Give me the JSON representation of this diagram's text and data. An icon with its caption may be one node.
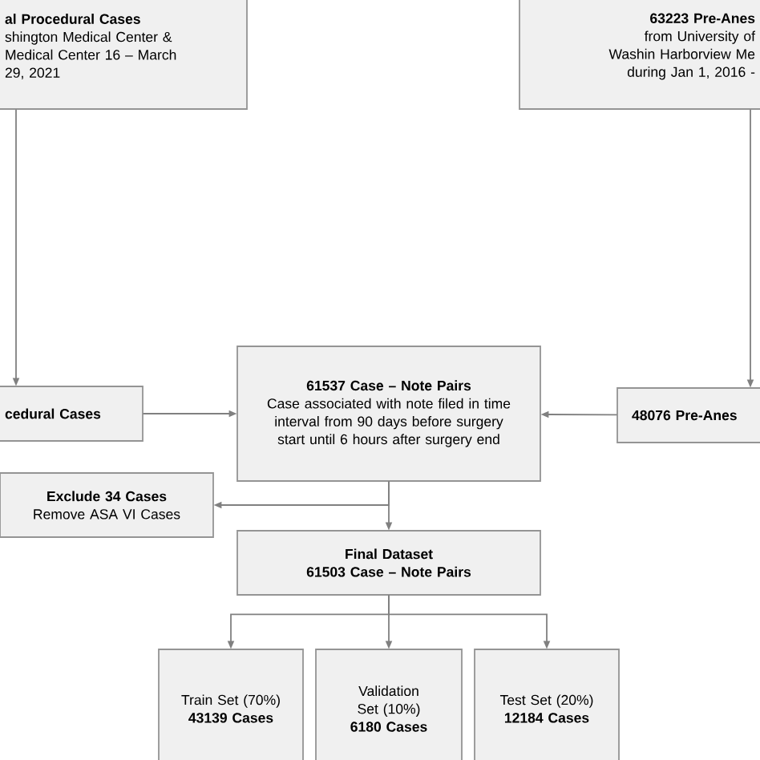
{
  "diagram": {
    "nodes": [
      {
        "text": [
          "al Procedural Cases",
          "shington Medical Center & Medical Center 16 – March 29, 2021"
        ]
      },
      {
        "text": [
          "63223 Pre-Anes",
          "from University of Washin Harborview Me during Jan 1, 2016 -"
        ]
      },
      {
        "text": [
          "cedural Cases"
        ]
      },
      {
        "text": [
          "61537 Case – Note Pairs",
          "Case associated with note filed in time interval from 90 days before surgery start until 6 hours after surgery end"
        ]
      },
      {
        "text": [
          "48076 Pre-Anes"
        ]
      },
      {
        "text": [
          "Exclude 34 Cases",
          "Remove ASA VI Cases"
        ]
      },
      {
        "text": [
          "Final Dataset",
          "61503 Case – Note Pairs"
        ]
      },
      {
        "text": [
          "Train Set (70%)",
          "43139 Cases"
        ]
      },
      {
        "text": [
          "Validation Set (10%)",
          "6180 Cases"
        ]
      },
      {
        "text": [
          "Test Set (20%)",
          "12184 Cases"
        ]
      }
    ],
    "edges": [
      {
        "from": 0,
        "to": 2,
        "arrow": "to"
      },
      {
        "from": 1,
        "to": 4,
        "arrow": "to"
      },
      {
        "from": 2,
        "to": 3,
        "arrow": "to"
      },
      {
        "from": 4,
        "to": 3,
        "arrow": "to"
      },
      {
        "from": 3,
        "to": 5,
        "arrow": "to"
      },
      {
        "from": 3,
        "to": 6,
        "arrow": "to"
      },
      {
        "from": 6,
        "to": 7,
        "arrow": "to"
      },
      {
        "from": 6,
        "to": 8,
        "arrow": "to"
      },
      {
        "from": 6,
        "to": 9,
        "arrow": "to"
      }
    ]
  }
}
